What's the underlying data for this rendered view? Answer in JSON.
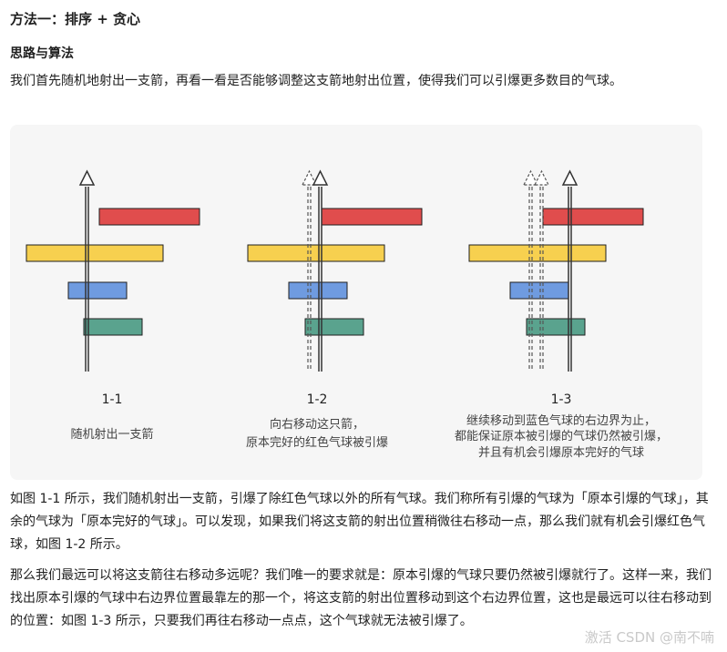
{
  "heading": "方法一：排序 + 贪心",
  "subheading": "思路与算法",
  "paragraphs": [
    "我们首先随机地射出一支箭，再看一看是否能够调整这支箭地射出位置，使得我们可以引爆更多数目的气球。",
    "如图 1-1 所示，我们随机射出一支箭，引爆了除红色气球以外的所有气球。我们称所有引爆的气球为「原本引爆的气球」，其余的气球为「原本完好的气球」。可以发现，如果我们将这支箭的射出位置稍微往右移动一点，那么我们就有机会引爆红色气球，如图 1-2 所示。",
    "那么我们最远可以将这支箭往右移动多远呢？我们唯一的要求就是：原本引爆的气球只要仍然被引爆就行了。这样一来，我们找出原本引爆的气球中右边界位置最靠左的那一个，将这支箭的射出位置移动到这个右边界位置，这也是最远可以往右移动到的位置：如图 1-3 所示，只要我们再往右移动一点点，这个气球就无法被引爆了。"
  ],
  "figure": {
    "panels": [
      {
        "id": "1-1",
        "caption": [
          "随机射出一支箭"
        ]
      },
      {
        "id": "1-2",
        "caption": [
          "向右移动这只箭，",
          "原本完好的红色气球被引爆"
        ]
      },
      {
        "id": "1-3",
        "caption": [
          "继续移动到蓝色气球的右边界为止，",
          "都能保证原本被引爆的气球仍然被引爆，",
          "并且有机会引爆原本完好的气球"
        ]
      }
    ],
    "balloon_colors": {
      "red": "#e04d4d",
      "yellow": "#f7d04f",
      "blue": "#6f9be0",
      "green": "#5aa38e"
    }
  },
  "watermark": "激活 CSDN @南不喃"
}
